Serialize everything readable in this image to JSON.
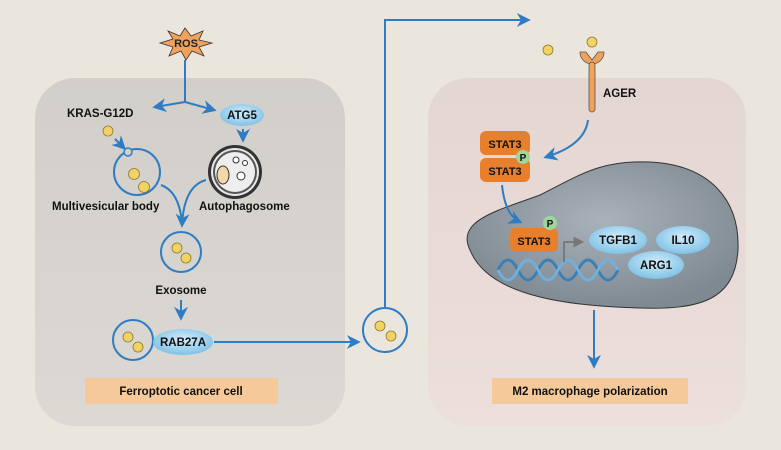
{
  "ros": "ROS",
  "left_cell": {
    "kras": "KRAS-G12D",
    "atg5": "ATG5",
    "mvb": "Multivesicular body",
    "autophagosome": "Autophagosome",
    "exosome": "Exosome",
    "rab27a": "RAB27A",
    "label": "Ferroptotic cancer cell"
  },
  "right_cell": {
    "ager": "AGER",
    "stat3_top": "STAT3",
    "stat3_bottom": "STAT3",
    "stat3_nuclear": "STAT3",
    "phospho": "P",
    "tgfb1": "TGFB1",
    "il10": "IL10",
    "arg1": "ARG1",
    "label": "M2 macrophage polarization"
  },
  "colors": {
    "arrow": "#2f7cc4",
    "orange": "#e87f2c",
    "label_box": "#f6c99a",
    "protein_blue": "#9dd3ef",
    "phospho": "#9fd49a",
    "vesicle": "#f2d263"
  }
}
